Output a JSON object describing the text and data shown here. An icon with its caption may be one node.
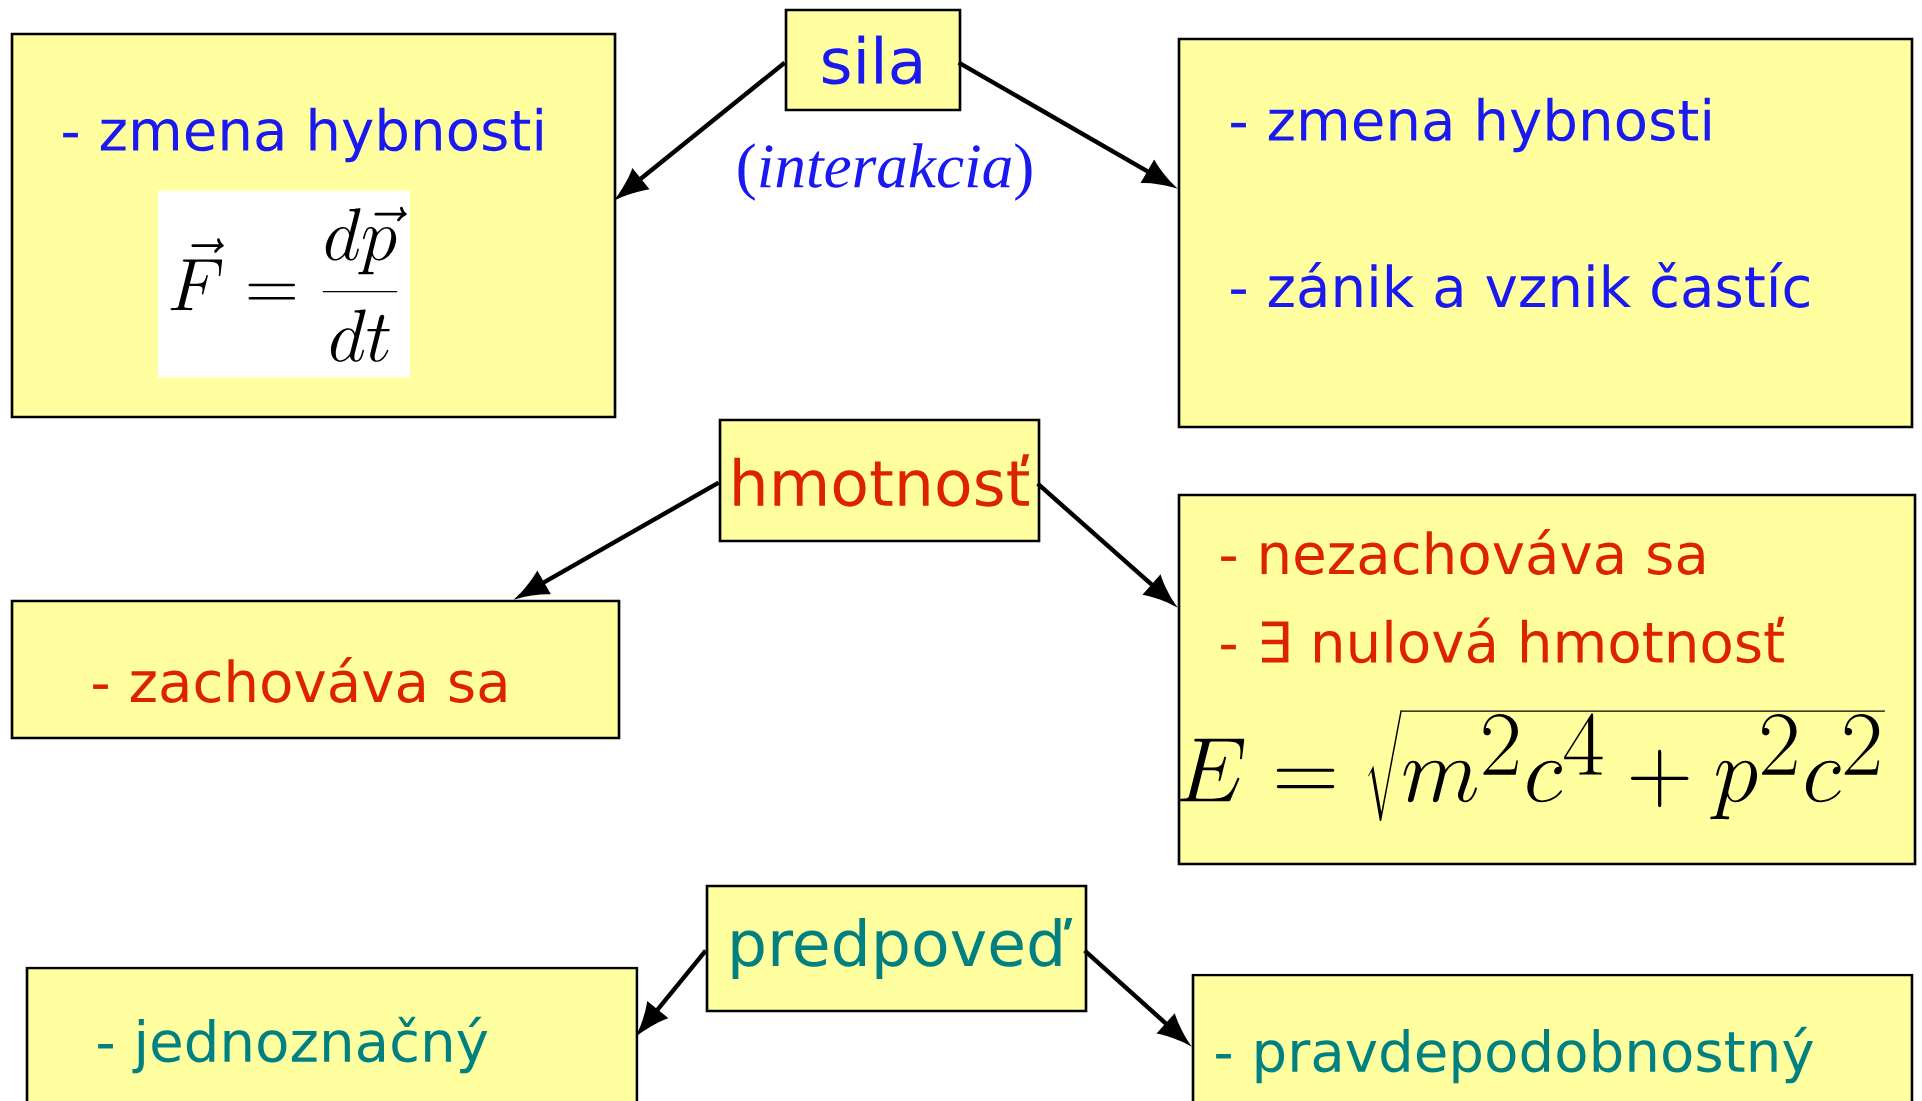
{
  "diagram": {
    "nodes": [
      {
        "text": [
          "sila"
        ],
        "beside": [
          "(*interakcia*)"
        ]
      },
      {
        "text": [
          "- zmena hybnosti",
          "\\vec{F}=\\frac{d\\vec{p}}{dt}"
        ]
      },
      {
        "text": [
          "- zmena hybnosti",
          "- zánik a vznik častíc"
        ]
      },
      {
        "text": [
          "hmotnosť"
        ]
      },
      {
        "text": [
          "- zachováva sa"
        ]
      },
      {
        "text": [
          "- nezachováva sa",
          "- ∃ nulová hmotnosť",
          "E=\\sqrt{m^{2}c^{4}+p^{2}c^{2}}"
        ]
      },
      {
        "text": [
          "predpoveď"
        ]
      },
      {
        "text": [
          "- jednoznačný"
        ]
      },
      {
        "text": [
          "- pravdepodobnostný"
        ]
      }
    ],
    "edges": [
      {
        "from": 0,
        "to": 1,
        "arrow": "to"
      },
      {
        "from": 0,
        "to": 2,
        "arrow": "to"
      },
      {
        "from": 3,
        "to": 4,
        "arrow": "to"
      },
      {
        "from": 3,
        "to": 5,
        "arrow": "to"
      },
      {
        "from": 6,
        "to": 7,
        "arrow": "to"
      },
      {
        "from": 6,
        "to": 8,
        "arrow": "to"
      }
    ]
  }
}
